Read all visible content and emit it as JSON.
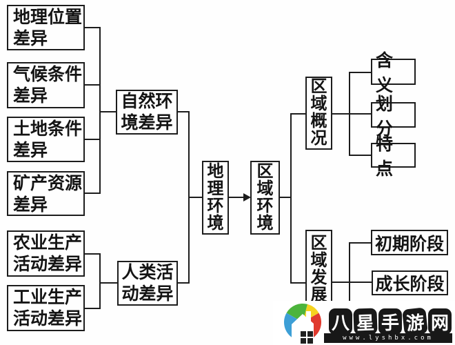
{
  "diagram": {
    "nodes": {
      "geo_position": "地理位置\n差异",
      "climate": "气候条件\n差异",
      "land": "土地条件\n差异",
      "mineral": "矿产资源\n差异",
      "natural_env": "自然环\n境差异",
      "agriculture": "农业生产\n活动差异",
      "industry": "工业生产\n活动差异",
      "human_activity": "人类活\n动差异",
      "geo_env": "地\n理\n环\n境",
      "regional_env": "区\n域\n环\n境",
      "regional_overview": "区\n域\n概\n况",
      "meaning": "含义",
      "division": "划分",
      "feature": "特点",
      "regional_dev": "区\n域\n发\n展",
      "initial_stage": "初期阶段",
      "growth_stage": "成长阶段"
    }
  },
  "watermark": {
    "site_chars": [
      "八",
      "星",
      "手",
      "游",
      "网"
    ],
    "url": "www.lyshbx.com",
    "logo_colors": {
      "blue": "#3d9fd6",
      "green": "#4cb43c",
      "yellow": "#f5d320",
      "red": "#e03a2e"
    }
  },
  "colors": {
    "line": "#1c1c1c",
    "background": "#fefefe"
  }
}
